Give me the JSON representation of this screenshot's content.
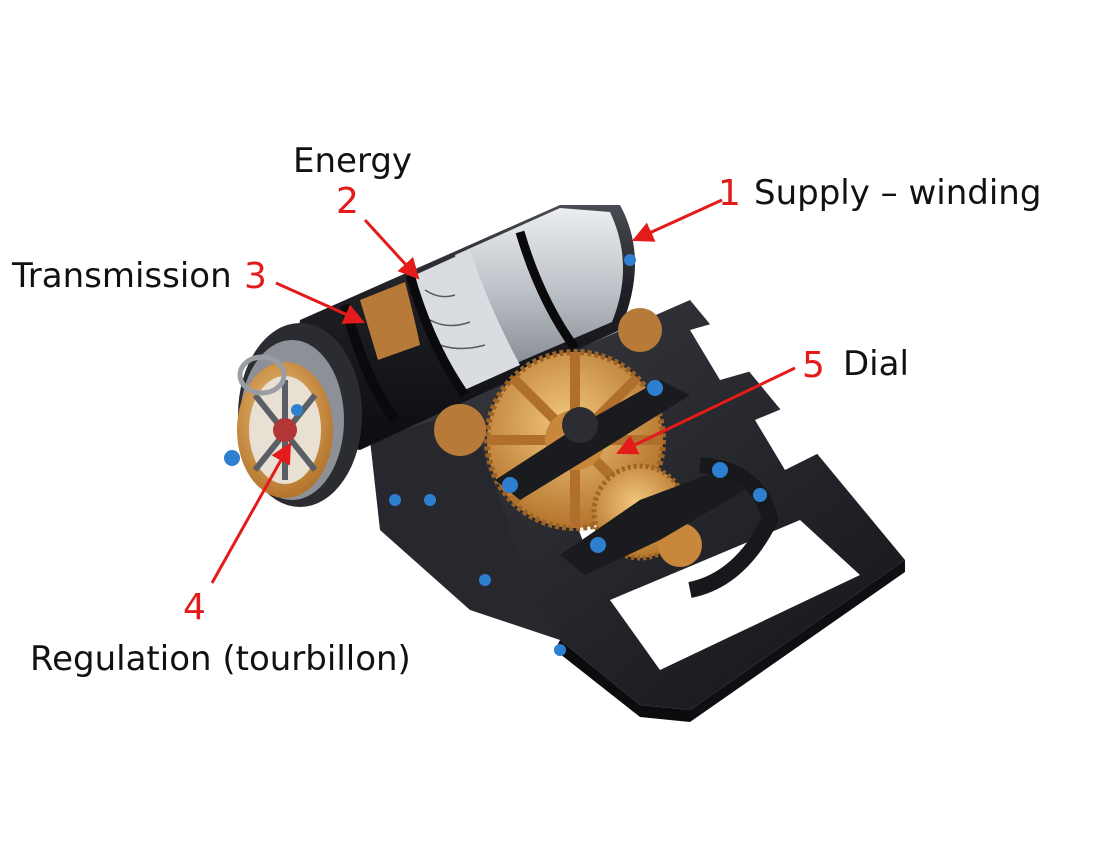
{
  "callouts": [
    {
      "number": "1",
      "label": "Supply – winding"
    },
    {
      "number": "2",
      "label": "Energy"
    },
    {
      "number": "3",
      "label": "Transmission"
    },
    {
      "number": "4",
      "label": "Regulation (tourbillon)"
    },
    {
      "number": "5",
      "label": "Dial"
    }
  ],
  "colors": {
    "callout_number": "#e31b1b",
    "arrow": "#e31b1b",
    "label_text": "#111111",
    "frame": "#1c1d21",
    "brass": "#c9893a",
    "screw_blue": "#2f7fd0"
  }
}
